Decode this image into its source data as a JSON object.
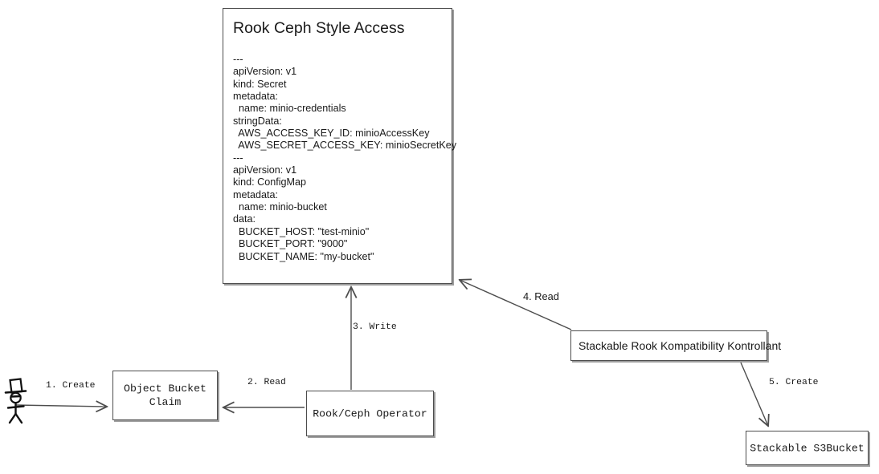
{
  "diagram": {
    "title_panel": {
      "title": "Rook Ceph Style Access",
      "yaml": "---\napiVersion: v1\nkind: Secret\nmetadata:\n  name: minio-credentials\nstringData:\n  AWS_ACCESS_KEY_ID: minioAccessKey\n  AWS_SECRET_ACCESS_KEY: minioSecretKey\n---\napiVersion: v1\nkind: ConfigMap\nmetadata:\n  name: minio-bucket\ndata:\n  BUCKET_HOST: \"test-minio\"\n  BUCKET_PORT: \"9000\"\n  BUCKET_NAME: \"my-bucket\""
    },
    "nodes": {
      "object_bucket_claim": "Object Bucket\nClaim",
      "rook_ceph_operator": "Rook/Ceph Operator",
      "stackable_rook_kompatibility_kontrollant": "Stackable Rook Kompatibility Kontrollant",
      "stackable_s3bucket": "Stackable S3Bucket"
    },
    "edges": [
      {
        "id": "edge-1",
        "label": "1. Create",
        "from": "actor",
        "to": "object-bucket-claim"
      },
      {
        "id": "edge-2",
        "label": "2. Read",
        "from": "rook-ceph-operator",
        "to": "object-bucket-claim"
      },
      {
        "id": "edge-3",
        "label": "3. Write",
        "from": "rook-ceph-operator",
        "to": "rook-ceph-panel"
      },
      {
        "id": "edge-4",
        "label": "4. Read",
        "from": "stackable-rook-kompatibility-kontrollant",
        "to": "rook-ceph-panel"
      },
      {
        "id": "edge-5",
        "label": "5. Create",
        "from": "stackable-rook-kompatibility-kontrollant",
        "to": "stackable-s3bucket"
      }
    ],
    "actor": {
      "name": "stick-figure-actor-with-top-hat"
    },
    "colors": {
      "background": "#ffffff",
      "stroke": "#4d4d4d",
      "text": "#1a1a1a",
      "shadow": "#8c8c8c"
    }
  }
}
